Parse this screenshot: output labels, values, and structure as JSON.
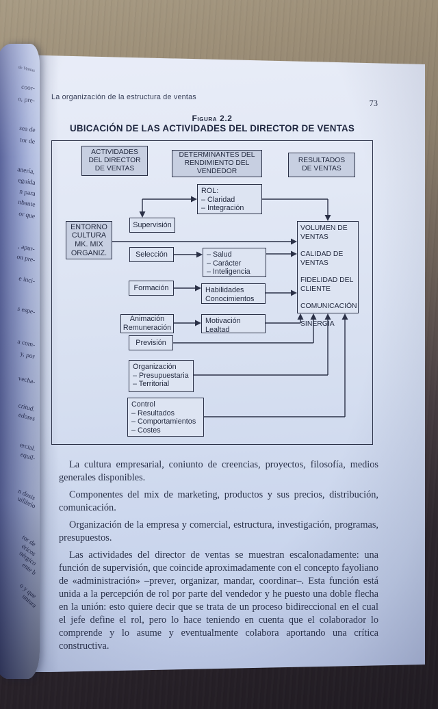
{
  "running_header": {
    "title": "La organización de la estructura de ventas",
    "page_number": "73"
  },
  "figure": {
    "label": "Figura 2.2",
    "title": "UBICACIÓN DE LAS ACTIVIDADES DEL DIRECTOR DE VENTAS",
    "headers": [
      "ACTIVIDADES\nDEL DIRECTOR\nDE VENTAS",
      "DETERMINANTES DEL\nRENDIMIENTO DEL\nVENDEDOR",
      "RESULTADOS\nDE VENTAS"
    ],
    "nodes": {
      "entorno": "ENTORNO\nCULTURA\nMK. MIX\nORGANIZ.",
      "supervision": "Supervisión",
      "rol": "ROL:\n–  Claridad\n–  Integración",
      "seleccion": "Selección",
      "salud": "–  Salud\n–  Carácter\n–  Inteligencia",
      "formacion": "Formación",
      "habilidades": "Habilidades\nConocimientos",
      "animacion": "Animación\nRemuneración",
      "motivacion": "Motivación\nLealtad",
      "prevision": "Previsión",
      "organizacion": "Organización\n–  Presupuestaria\n–  Territorial",
      "control": "Control\n–  Resultados\n–  Comportamientos\n–  Costes",
      "resultados": "VOLUMEN DE\nVENTAS\n\nCALIDAD DE\nVENTAS\n\nFIDELIDAD DEL\nCLIENTE\n\nCOMUNICACIÓN\n\nSINERGIA"
    }
  },
  "body": {
    "paragraphs": [
      "La cultura empresarial, coniunto de creencias, proyectos, filosofía, medios generales disponibles.",
      "Componentes del mix de marketing, productos y sus precios, distribución, comunicación.",
      "Organización de la empresa y comercial, estructura, investigación, programas, presupuestos.",
      "Las actividades del director de ventas se muestran escalonadamente: una función de supervisión, que coincide aproximadamente con el concepto fayoliano de «administración» –prever, organizar, mandar, coordinar–. Esta función está unida a la percepción de rol por parte del vendedor y he puesto una doble flecha en la unión: esto quiere decir que se trata de un proceso bidireccional en el cual el jefe define el rol, pero lo hace teniendo en cuenta que el colaborador lo comprende y lo asume y eventualmente colabora aportando una crítica constructiva."
    ]
  },
  "left_page": {
    "fragments": [
      "de Ventas",
      "coor-",
      "o, pre-",
      "sea de",
      "tor de",
      "anería,",
      "eguida",
      "n para",
      "nbante",
      "or que",
      ", apur-",
      "on pre-",
      "e inci-",
      "s espe-",
      "a com-",
      "y, por",
      "vecha-",
      "critud.",
      "edores",
      "ercial.",
      "equil-",
      "n dosis",
      "uilibrio",
      "tor de",
      "éricos",
      "nérgico",
      "ente b",
      "o y que",
      "untura"
    ]
  },
  "colors": {
    "paper_tint": "#dde4f2",
    "ink": "#2b3147",
    "box_fill": "#c7cfe1",
    "wood_light": "#a89b84",
    "wood_dark": "#201b22"
  }
}
